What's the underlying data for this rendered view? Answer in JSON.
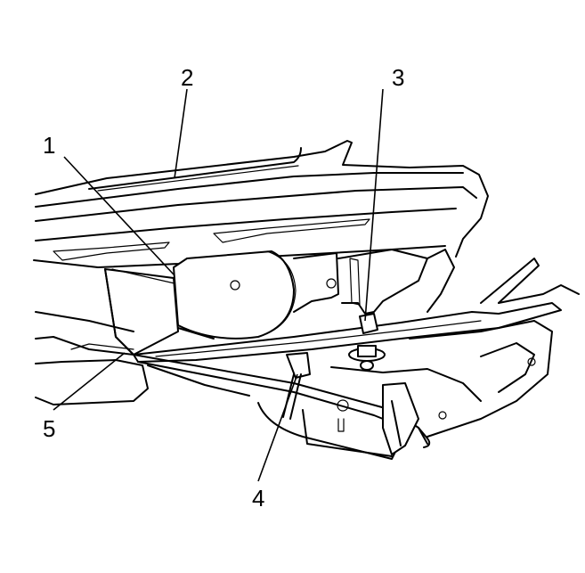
{
  "callouts": [
    {
      "id": "1",
      "label": "1"
    },
    {
      "id": "2",
      "label": "2"
    },
    {
      "id": "3",
      "label": "3"
    },
    {
      "id": "4",
      "label": "4"
    },
    {
      "id": "5",
      "label": "5"
    }
  ]
}
